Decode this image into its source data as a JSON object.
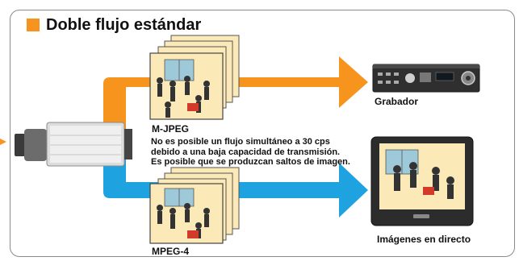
{
  "title": "Doble flujo estándar",
  "labels": {
    "mjpeg": "M-JPEG",
    "mpeg4": "MPEG-4",
    "recorder": "Grabador",
    "live": "Imágenes en directo"
  },
  "note": {
    "line1": "No es posible un flujo simultáneo a 30 cps",
    "line2": "debido a una baja capacidad de transmisión.",
    "line3": "Es posible que se produzcan saltos de imagen."
  },
  "colors": {
    "accent_orange": "#f7941d",
    "accent_blue": "#1fa3e0",
    "frame_border": "#8a8a8a",
    "scene_bg": "#fbe9b7"
  },
  "icons": {
    "camera": "camera-icon",
    "recorder": "recorder-icon",
    "monitor": "monitor-icon"
  }
}
